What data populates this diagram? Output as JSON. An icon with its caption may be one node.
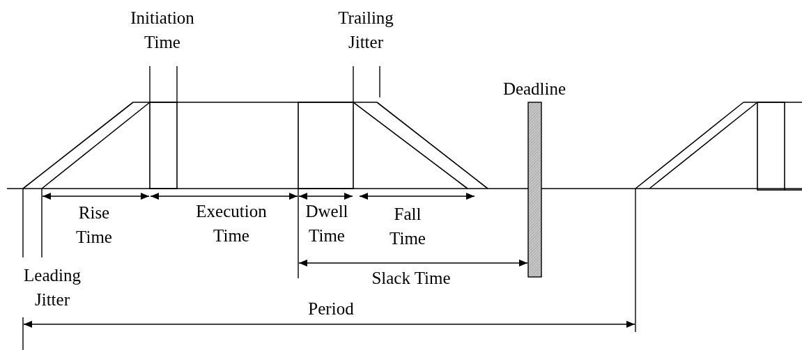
{
  "diagram": {
    "labels": [
      "Initiation Time",
      "Trailing Jitter",
      "Deadline",
      "Rise Time",
      "Execution Time",
      "Dwell Time",
      "Fall Time",
      "Leading Jitter",
      "Slack Time",
      "Period"
    ]
  }
}
